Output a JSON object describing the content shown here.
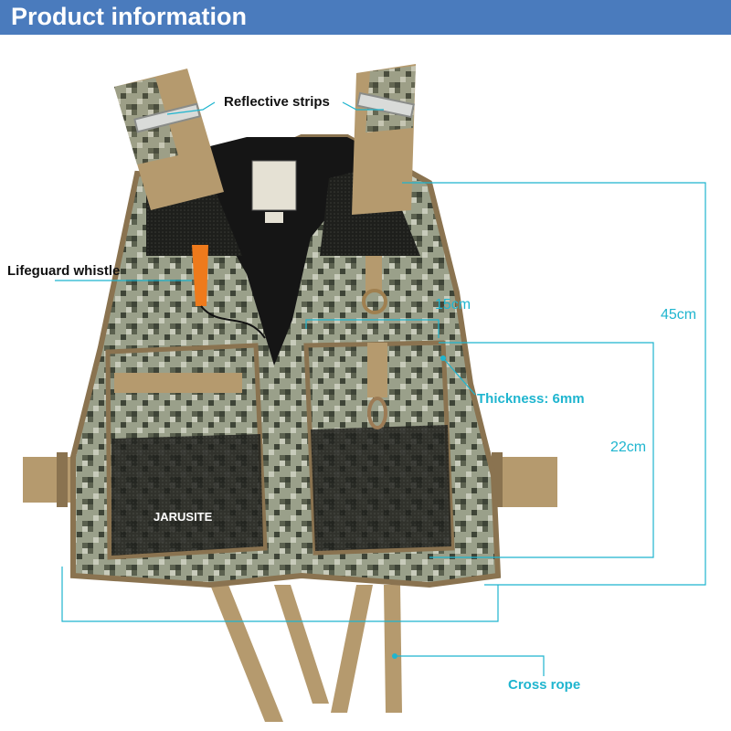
{
  "header": {
    "title": "Product information"
  },
  "product": {
    "brand": "JARUSITE"
  },
  "callouts": {
    "reflective_strips": "Reflective strips",
    "lifeguard_whistle": "Lifeguard whistle",
    "thickness": "Thickness: 6mm",
    "cross_rope": "Cross rope"
  },
  "dimensions": {
    "pocket_width": "15cm",
    "pocket_height": "22cm",
    "vest_length": "45cm"
  },
  "colors": {
    "header_bg": "#4a7bbd",
    "callout_line": "#1fb5cf",
    "camo_light": "#9aa08a",
    "camo_dark": "#3e4437",
    "webbing": "#b59a6e"
  }
}
